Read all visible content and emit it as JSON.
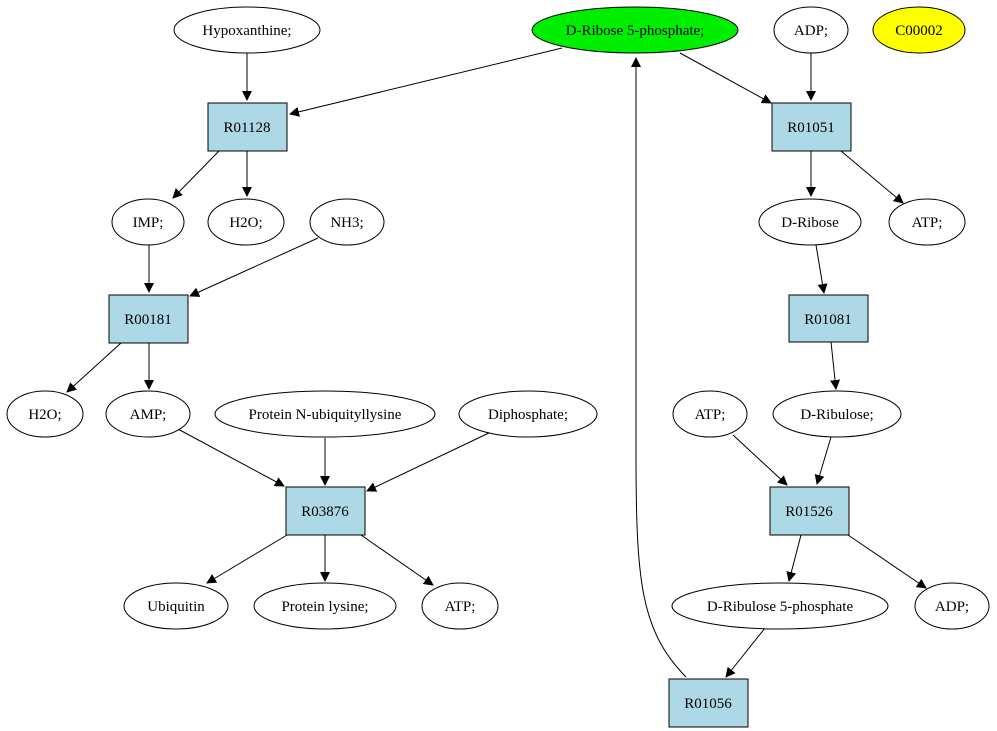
{
  "colors": {
    "reaction_fill": "#add8e6",
    "highlight_green": "#00ee00",
    "highlight_yellow": "#ffff00",
    "compound_fill": "#ffffff",
    "stroke": "#000000"
  },
  "reactions": {
    "r01128": "R01128",
    "r00181": "R00181",
    "r03876": "R03876",
    "r01051": "R01051",
    "r01081": "R01081",
    "r01526": "R01526",
    "r01056": "R01056"
  },
  "compounds": {
    "hypoxanthine": "Hypoxanthine;",
    "d_ribose_5p": "D-Ribose 5-phosphate;",
    "adp_top": "ADP;",
    "c00002": "C00002",
    "imp": "IMP;",
    "h2o_1": "H2O;",
    "nh3": "NH3;",
    "d_ribose": "D-Ribose",
    "atp_1": "ATP;",
    "h2o_2": "H2O;",
    "amp": "AMP;",
    "protein_n_ubiq": "Protein N-ubiquityllysine",
    "diphosphate": "Diphosphate;",
    "atp_2": "ATP;",
    "d_ribulose": "D-Ribulose;",
    "ubiquitin": "Ubiquitin",
    "protein_lysine": "Protein lysine;",
    "atp_3": "ATP;",
    "d_ribulose_5p": "D-Ribulose 5-phosphate",
    "adp_2": "ADP;"
  }
}
